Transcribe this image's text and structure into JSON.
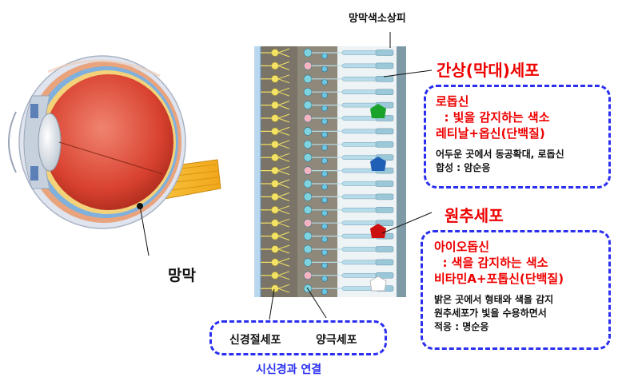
{
  "labels": {
    "pigment_epithelium": "망막색소상피",
    "retina": "망막",
    "ganglion_cell": "신경절세포",
    "bipolar_cell": "양극세포",
    "optic_nerve_connection": "시신경과 연결",
    "rod_cell": "간상(막대)세포",
    "cone_cell": "원추세포"
  },
  "rod_box": {
    "line1": "로돕신",
    "line2": "  : 빛을 감지하는 색소",
    "line3": "레티날+옵신(단백질)",
    "line4": "어두운 곳에서 동공확대, 로돕신",
    "line5": "합성 : 암순응"
  },
  "cone_box": {
    "line1": "아이오돕신",
    "line2": "  : 색을 감지하는 색소",
    "line3": "비타민A+포톱신(단백질)",
    "line4": "밝은 곳에서 형태와 색을 감지",
    "line5": "원추세포가 빛을 수용하면서",
    "line6": "적응 : 명순응"
  },
  "colors": {
    "title_red": "#e00000",
    "box_border": "#2a2ff0",
    "caption_blue": "#2a2ff0",
    "eye_red": "#d8412f",
    "cone_green": "#1aa32a",
    "cone_blue": "#1f5fb5",
    "cone_red": "#cc1010"
  }
}
